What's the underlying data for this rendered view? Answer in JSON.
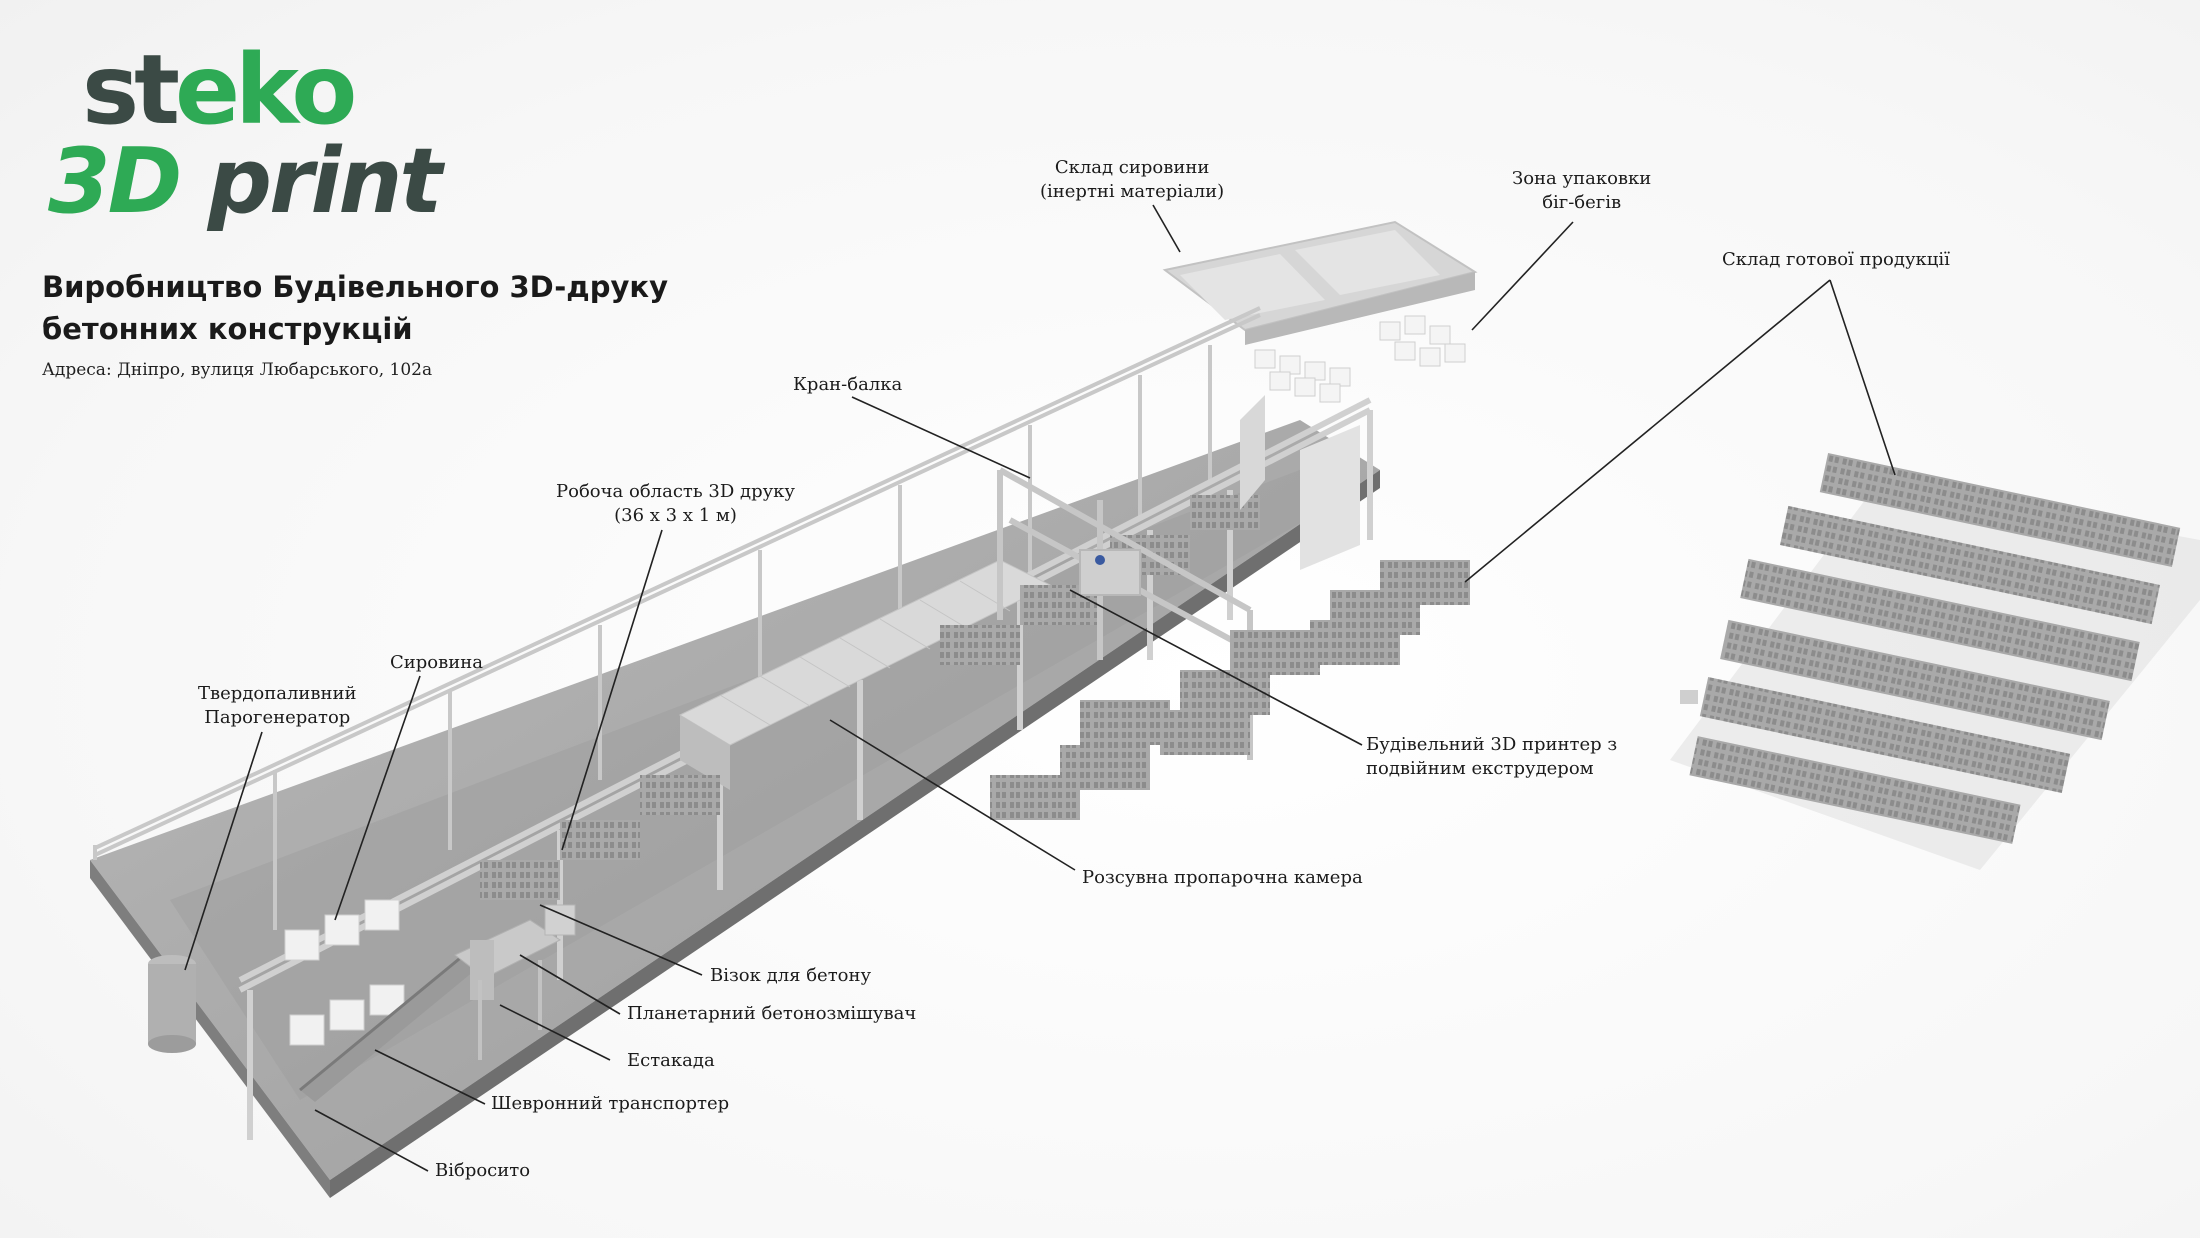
{
  "logo": {
    "line1_part1": "st",
    "line1_part2": "eko",
    "line2_part1": "3D ",
    "line2_part2": "print",
    "colors": {
      "green": "#2eaa55",
      "dark": "#3b4a45"
    }
  },
  "title": {
    "line1": "Виробництво Будівельного 3D-друку",
    "line2": "бетонних конструкцій"
  },
  "address": "Адреса: Дніпро, вулиця Любарського, 102а",
  "labels": {
    "raw_storage_line1": "Склад сировини",
    "raw_storage_line2": "(інертні матеріали)",
    "packing_line1": "Зона упаковки",
    "packing_line2": "біг-бегів",
    "finished_storage": "Склад готової продукції",
    "crane": "Кран-балка",
    "print_area_line1": "Робоча область 3D друку",
    "print_area_line2": "(36 x 3 x 1 м)",
    "raw": "Сировина",
    "steam_gen_line1": "Твердопаливний",
    "steam_gen_line2": "Парогенератор",
    "printer_line1": "Будівельний 3D принтер з",
    "printer_line2": "подвійним екструдером",
    "steam_chamber": "Розсувна пропарочна камера",
    "cart": "Візок для бетону",
    "mixer": "Планетарний бетонозмішувач",
    "trestle": "Естакада",
    "conveyor": "Шевронний транспортер",
    "sieve": "Вібросито"
  }
}
